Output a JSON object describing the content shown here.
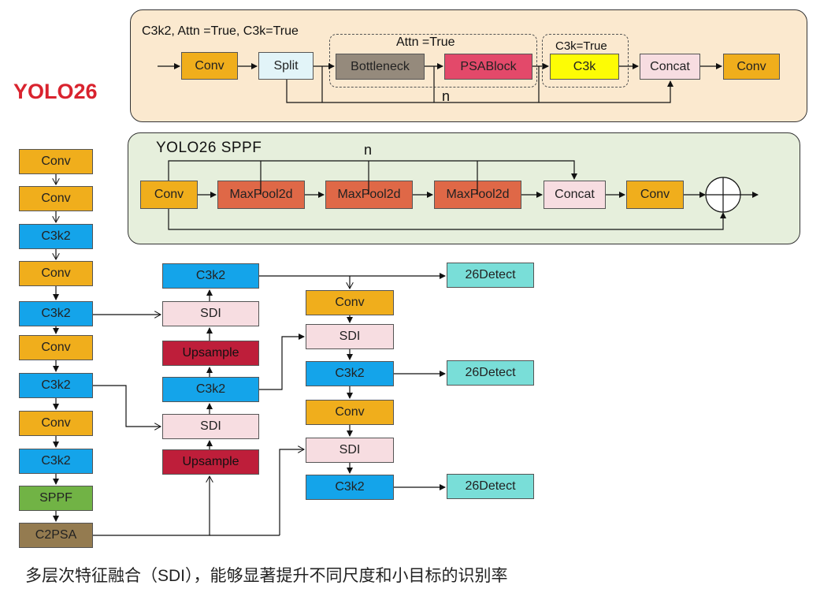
{
  "title": "YOLO26",
  "c3k2_panel": {
    "title": "C3k2, Attn =True, C3k=True",
    "attn_label": "Attn =True",
    "c3k_label": "C3k=True",
    "repeat_label": "n",
    "blocks": [
      "Conv",
      "Split",
      "Bottleneck",
      "PSABlock",
      "C3k",
      "Concat",
      "Conv"
    ]
  },
  "sppf_panel": {
    "title": "YOLO26  SPPF",
    "repeat_label": "n",
    "blocks": [
      "Conv",
      "MaxPool2d",
      "MaxPool2d",
      "MaxPool2d",
      "Concat",
      "Conv"
    ]
  },
  "backbone": [
    "Conv",
    "Conv",
    "C3k2",
    "Conv",
    "C3k2",
    "Conv",
    "C3k2",
    "Conv",
    "C3k2",
    "SPPF",
    "C2PSA"
  ],
  "neck_left": [
    "C3k2",
    "SDI",
    "Upsample",
    "C3k2",
    "SDI",
    "Upsample"
  ],
  "neck_right": [
    "Conv",
    "SDI",
    "C3k2",
    "Conv",
    "SDI",
    "C3k2"
  ],
  "detect": [
    "26Detect",
    "26Detect",
    "26Detect"
  ],
  "caption": "多层次特征融合（SDI），能够显著提升不同尺度和小目标的识别率"
}
